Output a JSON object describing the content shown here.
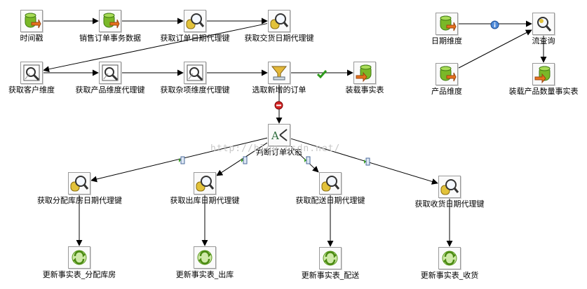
{
  "nodes": {
    "timestamp": {
      "label": "时间戳",
      "icon": "table-input-icon"
    },
    "sales_order": {
      "label": "销售订单事务数据",
      "icon": "table-input-icon"
    },
    "get_order_date_key": {
      "label": "获取订单日期代理键",
      "icon": "lookup-icon"
    },
    "get_ship_date_key": {
      "label": "获取交货日期代理键",
      "icon": "lookup-icon"
    },
    "get_customer_dim": {
      "label": "获取客户维度",
      "icon": "dimension-lookup-icon"
    },
    "get_product_dim_key": {
      "label": "获取产品维度代理键",
      "icon": "dimension-lookup-icon"
    },
    "get_misc_dim_key": {
      "label": "获取杂项维度代理键",
      "icon": "dimension-lookup-icon"
    },
    "select_new_orders": {
      "label": "选取新增的订单",
      "icon": "filter-icon"
    },
    "load_fact_table": {
      "label": "装载事实表",
      "icon": "table-output-icon"
    },
    "date_dim": {
      "label": "日期维度",
      "icon": "table-input-icon"
    },
    "product_dim": {
      "label": "产品维度",
      "icon": "table-input-icon"
    },
    "stream_lookup": {
      "label": "流查询",
      "icon": "stream-lookup-icon"
    },
    "load_product_qty_fact": {
      "label": "装载产品数量事实表",
      "icon": "table-output-icon"
    },
    "switch_order_status": {
      "label": "判断订单状态",
      "icon": "switch-case-icon"
    },
    "get_allocate_date_key": {
      "label": "获取分配库房日期代理键",
      "icon": "lookup-icon"
    },
    "get_outbound_date_key": {
      "label": "获取出库日期代理键",
      "icon": "lookup-icon"
    },
    "get_delivery_date_key": {
      "label": "获取配送日期代理键",
      "icon": "lookup-icon"
    },
    "get_receive_date_key": {
      "label": "获取收货日期代理键",
      "icon": "lookup-icon"
    },
    "update_fact_allocate": {
      "label": "更新事实表_分配库房",
      "icon": "update-icon"
    },
    "update_fact_outbound": {
      "label": "更新事实表_出库",
      "icon": "update-icon"
    },
    "update_fact_delivery": {
      "label": "更新事实表_配送",
      "icon": "update-icon"
    },
    "update_fact_receive": {
      "label": "更新事实表_收货",
      "icon": "update-icon"
    }
  },
  "edges": [
    {
      "from": "timestamp",
      "to": "sales_order"
    },
    {
      "from": "sales_order",
      "to": "get_order_date_key"
    },
    {
      "from": "get_order_date_key",
      "to": "get_ship_date_key"
    },
    {
      "from": "get_ship_date_key",
      "to": "get_customer_dim"
    },
    {
      "from": "get_customer_dim",
      "to": "get_product_dim_key"
    },
    {
      "from": "get_product_dim_key",
      "to": "get_misc_dim_key"
    },
    {
      "from": "get_misc_dim_key",
      "to": "select_new_orders"
    },
    {
      "from": "select_new_orders",
      "to": "load_fact_table",
      "hop_icon": "check-icon"
    },
    {
      "from": "select_new_orders",
      "to": "switch_order_status",
      "hop_icon": "error-icon"
    },
    {
      "from": "date_dim",
      "to": "stream_lookup",
      "hop_icon": "info-icon"
    },
    {
      "from": "product_dim",
      "to": "stream_lookup"
    },
    {
      "from": "stream_lookup",
      "to": "load_product_qty_fact"
    },
    {
      "from": "switch_order_status",
      "to": "get_allocate_date_key",
      "hop_icon": "case-icon"
    },
    {
      "from": "switch_order_status",
      "to": "get_outbound_date_key",
      "hop_icon": "case-icon"
    },
    {
      "from": "switch_order_status",
      "to": "get_delivery_date_key",
      "hop_icon": "case-icon"
    },
    {
      "from": "switch_order_status",
      "to": "get_receive_date_key",
      "hop_icon": "case-icon"
    },
    {
      "from": "get_allocate_date_key",
      "to": "update_fact_allocate"
    },
    {
      "from": "get_outbound_date_key",
      "to": "update_fact_outbound"
    },
    {
      "from": "get_delivery_date_key",
      "to": "update_fact_delivery"
    },
    {
      "from": "get_receive_date_key",
      "to": "update_fact_receive"
    }
  ],
  "watermark": "http://blog.csdn.net/"
}
